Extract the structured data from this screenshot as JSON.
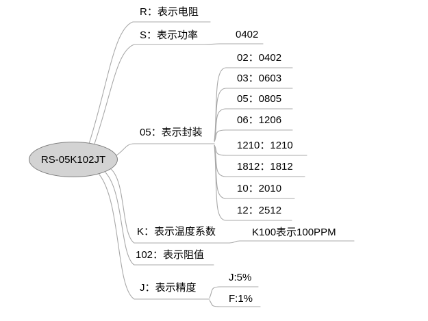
{
  "diagram": {
    "type": "mindmap",
    "root": {
      "label": "RS-05K102JT"
    },
    "branches": [
      {
        "label": "R：表示电阻",
        "children": []
      },
      {
        "label": "S：表示功率",
        "children": [
          {
            "label": "0402"
          }
        ]
      },
      {
        "label": "05：表示封装",
        "children": [
          {
            "label": "02：0402"
          },
          {
            "label": "03：0603"
          },
          {
            "label": "05：0805"
          },
          {
            "label": "06：1206"
          },
          {
            "label": "1210：1210"
          },
          {
            "label": "1812：1812"
          },
          {
            "label": "10：2010"
          },
          {
            "label": "12：2512"
          }
        ]
      },
      {
        "label": "K：表示温度系数",
        "children": [
          {
            "label": "K100表示100PPM"
          }
        ]
      },
      {
        "label": "102：表示阻值",
        "children": []
      },
      {
        "label": "J：表示精度",
        "children": [
          {
            "label": "J:5%"
          },
          {
            "label": "F:1%"
          }
        ]
      }
    ],
    "colors": {
      "line": "#a8a8a8",
      "root_fill": "#d3d3d3",
      "root_stroke": "#7e7e7e",
      "text": "#000000",
      "background": "#ffffff"
    }
  }
}
